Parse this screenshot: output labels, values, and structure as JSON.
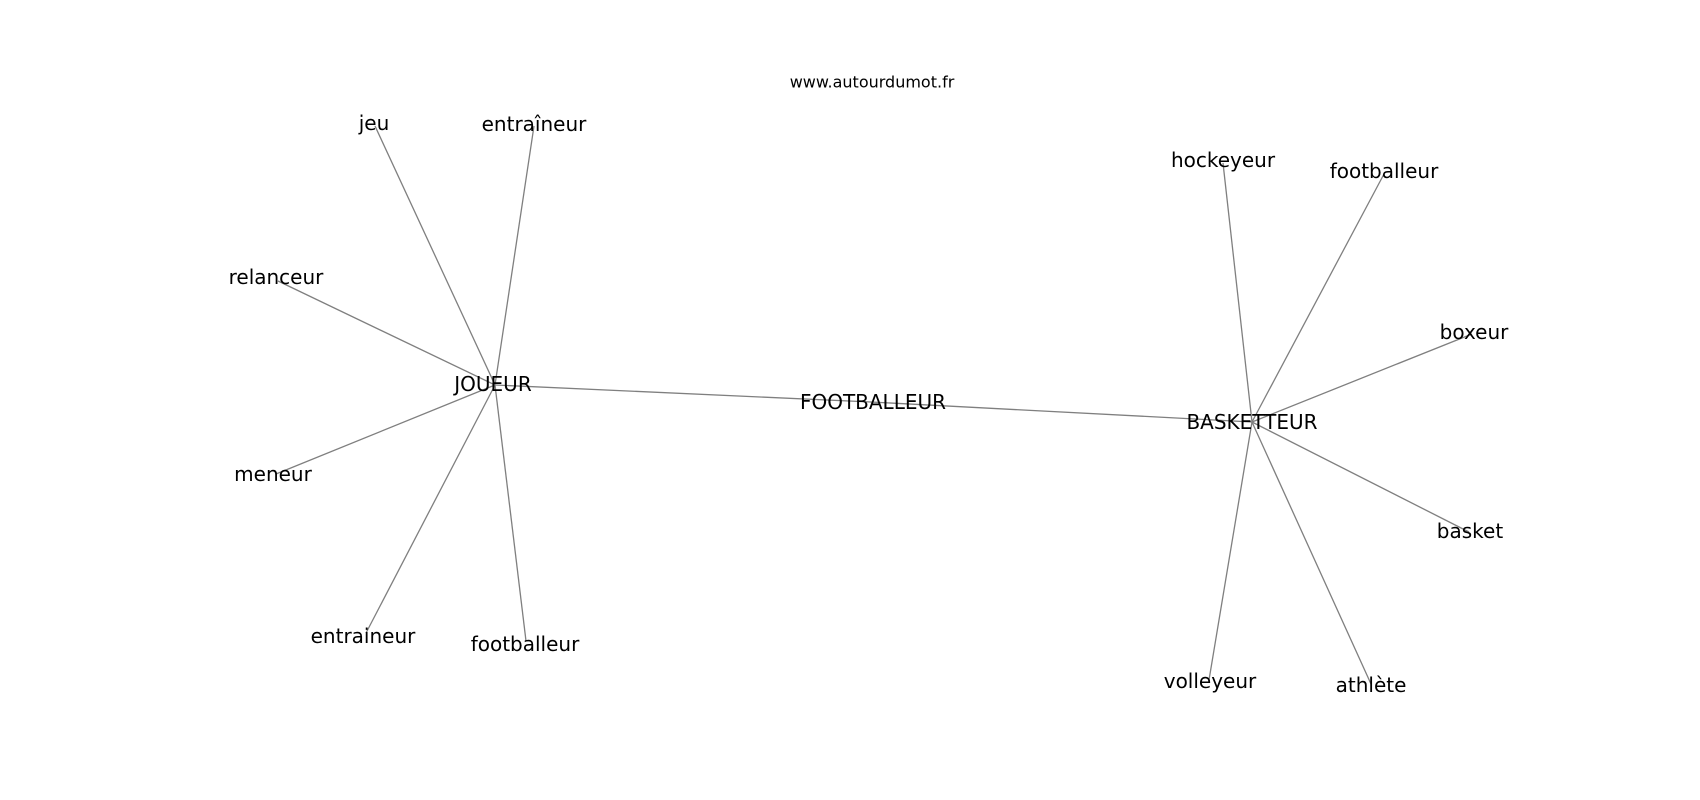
{
  "watermark": "www.autourdumot.fr",
  "graph": {
    "center": "FOOTBALLEUR",
    "hubs": [
      {
        "id": "joueur",
        "label": "JOUEUR",
        "neighbors": [
          "jeu",
          "entraîneur",
          "relanceur",
          "meneur",
          "entraineur",
          "footballeur"
        ]
      },
      {
        "id": "basketteur",
        "label": "BASKETTEUR",
        "neighbors": [
          "hockeyeur",
          "footballeur",
          "boxeur",
          "basket",
          "athlète",
          "volleyeur"
        ]
      }
    ]
  }
}
